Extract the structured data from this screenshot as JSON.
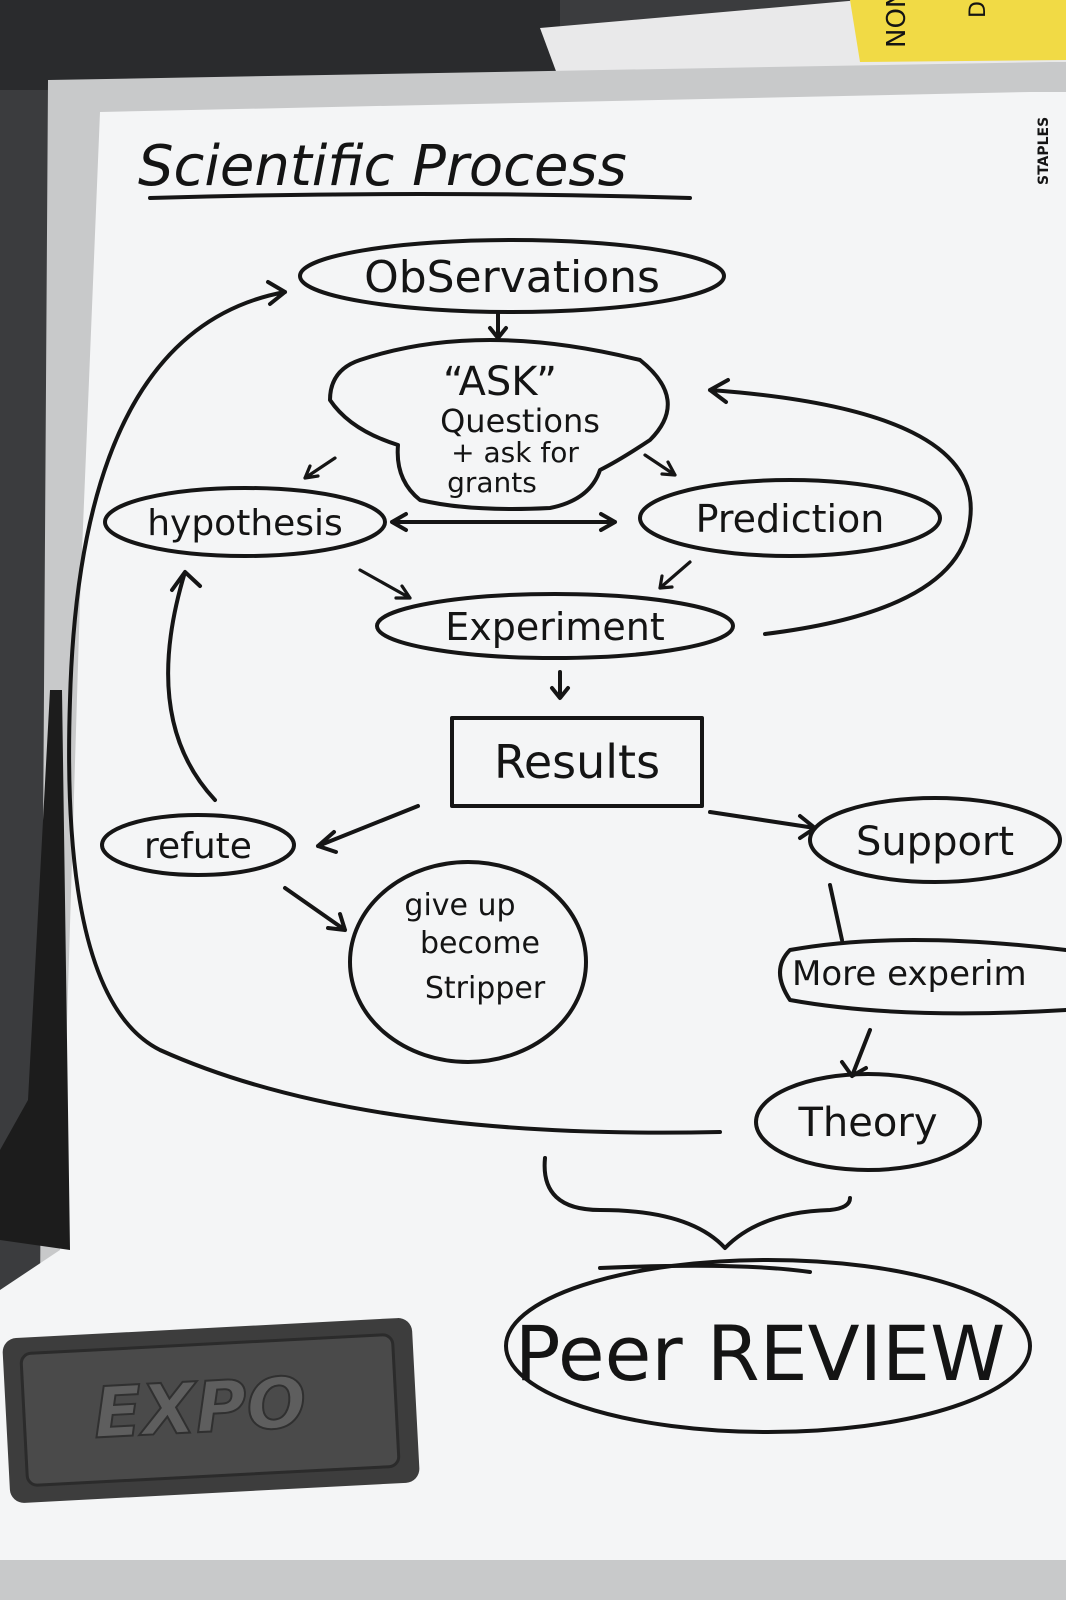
{
  "paper_label": {
    "text": "NON",
    "text2": "D"
  },
  "board": {
    "brand": "STAPLES",
    "title": "Scientific Process"
  },
  "nodes": {
    "observations": "ObServations",
    "ask_line1": "“ASK”",
    "ask_line2": "Questions",
    "ask_line3": "+ ask for",
    "ask_line4": "grants",
    "hypothesis": "hypothesis",
    "prediction": "Prediction",
    "experiment": "Experiment",
    "results": "Results",
    "refute": "refute",
    "support": "Support",
    "giveup_line1": "give up",
    "giveup_line2": "become",
    "giveup_line3": "Stripper",
    "more_experiments": "More experim",
    "theory": "Theory",
    "peer_review": "Peer REVIEW"
  },
  "eraser": {
    "brand": "EXPO"
  },
  "colors": {
    "board": "#f3f4f5",
    "frame": "#c9cacb",
    "ink": "#151515",
    "sticky": "#f2dc4a",
    "eraser": "#3b3b3b"
  }
}
